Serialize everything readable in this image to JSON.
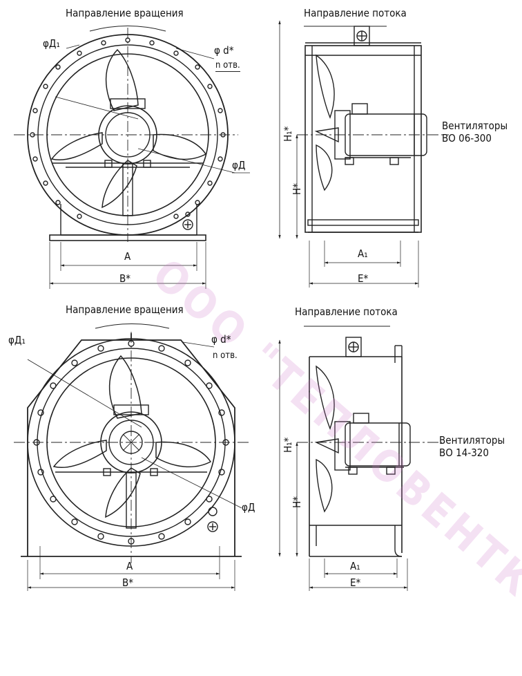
{
  "top": {
    "rotation_title": "Направление вращения",
    "flow_title": "Направление потока",
    "d1_label": "φД₁",
    "d_star_label": "φ d*",
    "holes_label": "n отв.",
    "d_label": "φД",
    "a_label": "A",
    "b_label": "B*",
    "h_label": "H*",
    "h1_label": "H₁*",
    "a1_label": "A₁",
    "e_label": "E*",
    "model_line1": "Вентиляторы",
    "model_line2": "ВО 06-300"
  },
  "bottom": {
    "rotation_title": "Направление вращения",
    "flow_title": "Направление потока",
    "d1_label": "φД₁",
    "d_star_label": "φ d*",
    "holes_label": "n отв.",
    "d_label": "φД",
    "a_label": "A",
    "b_label": "B*",
    "h_label": "H*",
    "h1_label": "H₁*",
    "a1_label": "A₁",
    "e_label": "E*",
    "model_line1": "Вентиляторы",
    "model_line2": "ВО 14-320"
  },
  "watermark": "ООО \"ТЕПЛОВЕНТКОМ\"",
  "colors": {
    "line": "#222222",
    "watermark": "#cd78c8"
  }
}
